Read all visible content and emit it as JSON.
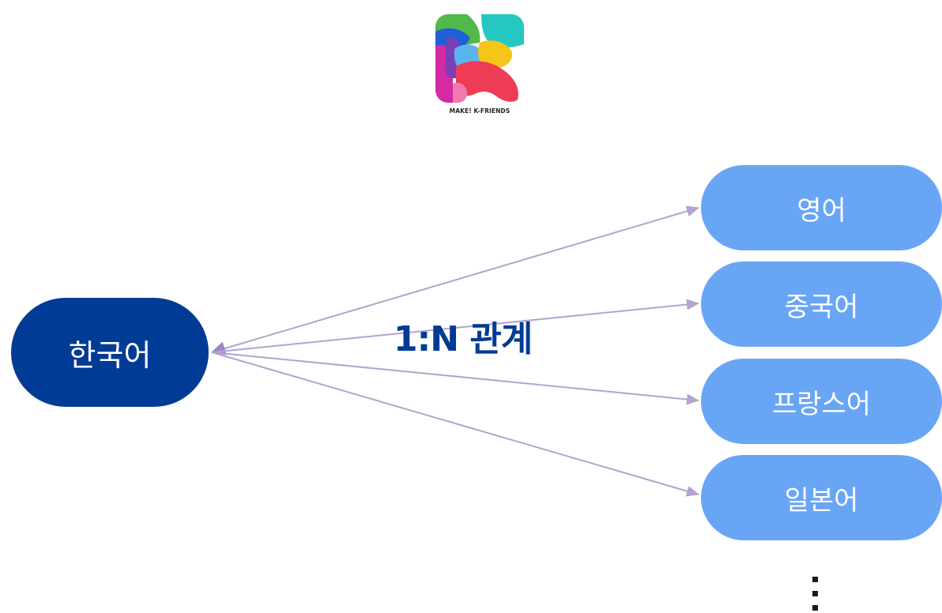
{
  "logo": {
    "caption": "MAKE! K-FRIENDS"
  },
  "diagram": {
    "source": {
      "label": "한국어",
      "color": "#003b95"
    },
    "relation": {
      "label": "1:N 관계",
      "color": "#003b95"
    },
    "targets": [
      {
        "label": "영어"
      },
      {
        "label": "중국어"
      },
      {
        "label": "프랑스어"
      },
      {
        "label": "일본어"
      }
    ],
    "target_color": "#69a5f5",
    "connector_color": "#b3a3cf",
    "continuation_icon": "vertical-ellipsis-icon"
  }
}
